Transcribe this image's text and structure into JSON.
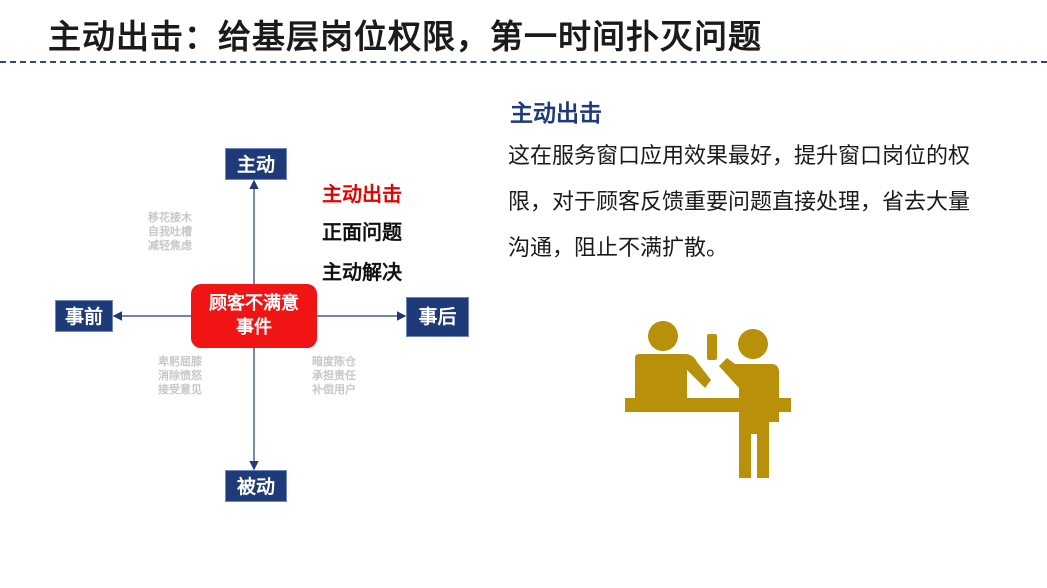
{
  "title": "主动出击：给基层岗位权限，第一时间扑灭问题",
  "diagram": {
    "axis_top": "主动",
    "axis_bottom": "被动",
    "axis_left": "事前",
    "axis_right": "事后",
    "center_line1": "顾客不满意",
    "center_line2": "事件",
    "quadrant_top_left": [
      "移花接木",
      "自我吐槽",
      "减轻焦虑"
    ],
    "quadrant_bottom_left": [
      "卑躬屈膝",
      "消除愤怒",
      "接受意见"
    ],
    "quadrant_bottom_right": [
      "暗度陈仓",
      "承担责任",
      "补偿用户"
    ],
    "actions": [
      "主动出击",
      "正面问题",
      "主动解决"
    ]
  },
  "right": {
    "heading": "主动出击",
    "paragraph": "这在服务窗口应用效果最好，提升窗口岗位的权限，对于顾客反馈重要问题直接处理，省去大量沟通，阻止不满扩散。"
  },
  "colors": {
    "navy": "#1f3a78",
    "red": "#f01414",
    "gold": "#b8900a"
  },
  "icons": {
    "service_figure": "service-counter-icon"
  }
}
